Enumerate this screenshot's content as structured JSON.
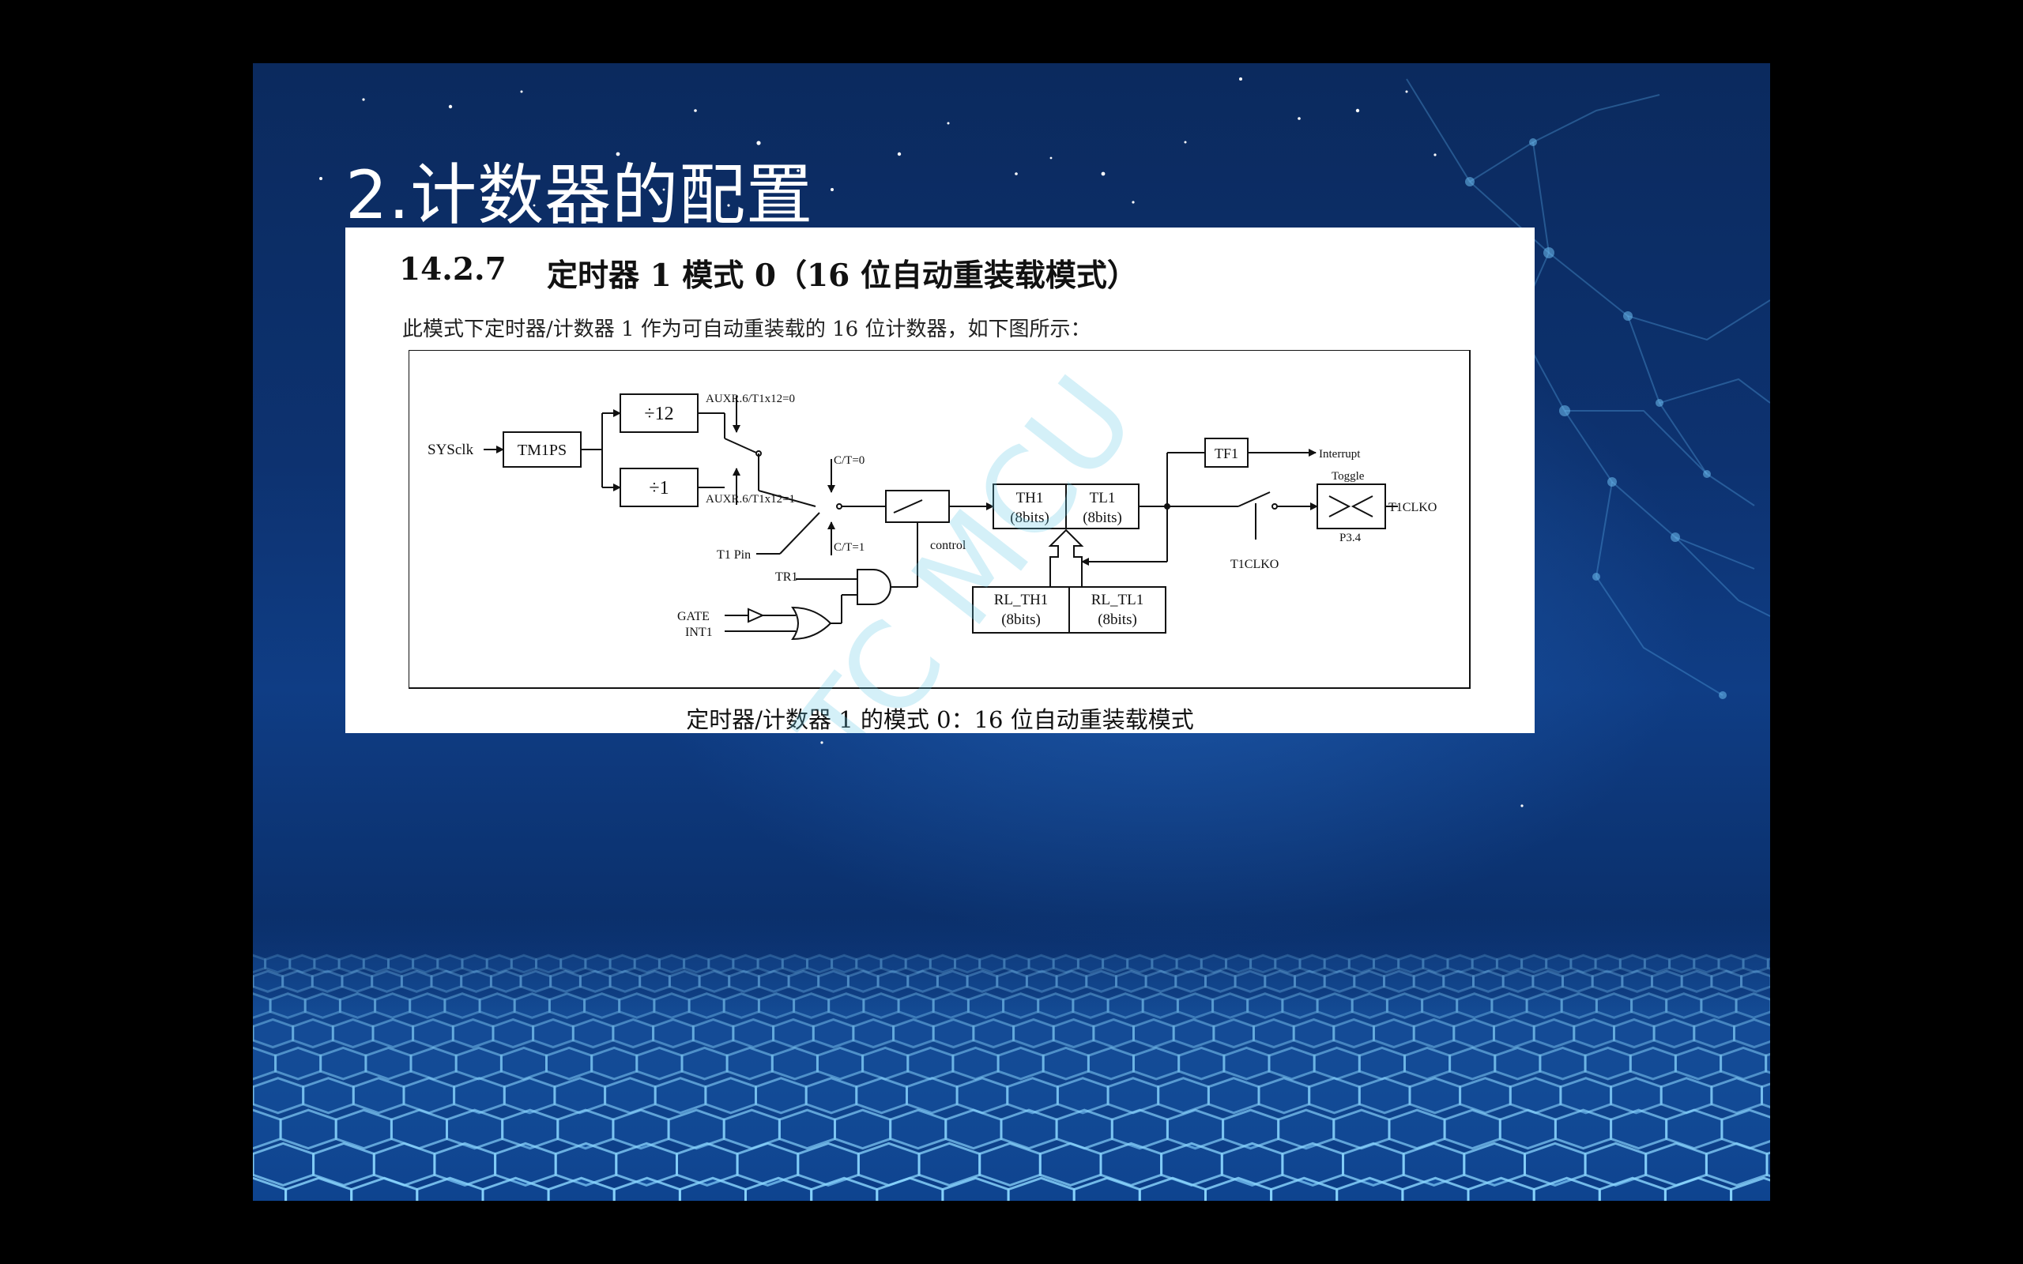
{
  "slide": {
    "title": "2.计数器的配置"
  },
  "document": {
    "section_number": "14.2.7",
    "section_title": "定时器 1 模式 0（16 位自动重装载模式）",
    "intro": "此模式下定时器/计数器 1 作为可自动重装载的 16 位计数器，如下图所示：",
    "caption": "定时器/计数器 1 的模式 0：16 位自动重装载模式",
    "watermark": "STC MCU"
  },
  "diagram": {
    "sysclk": "SYSclk",
    "tm1ps": "TM1PS",
    "div12": "÷12",
    "div1": "÷1",
    "auxr_0": "AUXR.6/T1x12=0",
    "auxr_1": "AUXR.6/T1x12=1",
    "ct0": "C/T=0",
    "ct1": "C/T=1",
    "t1pin": "T1 Pin",
    "tr1": "TR1",
    "gate": "GATE",
    "int1": "INT1",
    "control": "control",
    "th1_name": "TH1",
    "th1_bits": "(8bits)",
    "tl1_name": "TL1",
    "tl1_bits": "(8bits)",
    "rl_th1_name": "RL_TH1",
    "rl_th1_bits": "(8bits)",
    "rl_tl1_name": "RL_TL1",
    "rl_tl1_bits": "(8bits)",
    "tf1": "TF1",
    "interrupt": "Interrupt",
    "toggle": "Toggle",
    "t1clko_out": "T1CLKO",
    "p34": "P3.4",
    "t1clko_ctrl": "T1CLKO"
  }
}
